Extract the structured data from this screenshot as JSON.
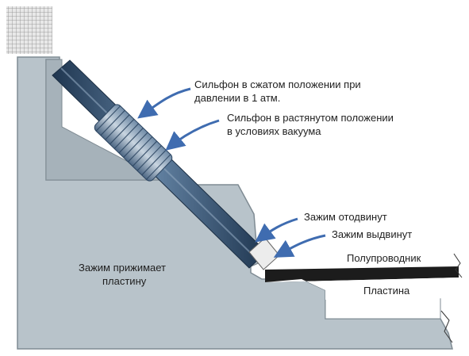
{
  "labels": {
    "bellows_compressed": [
      "Сильфон в сжатом положении при",
      "давлении в 1 атм."
    ],
    "bellows_extended": [
      "Сильфон в растянутом положении",
      "в условиях вакуума"
    ],
    "clamp_retracted": "Зажим отодвинут",
    "clamp_extended": "Зажим выдвинут",
    "semiconductor": "Полупроводник",
    "plate": "Пластина",
    "clamp_presses": [
      "Зажим прижимает",
      "пластину"
    ]
  },
  "colors": {
    "housing": "#b8c3ca",
    "housing_edge": "#7f8b93",
    "rod": "#35506e",
    "arrow": "#3f6cb0",
    "semiconductor_strip": "#1c1c1c"
  }
}
